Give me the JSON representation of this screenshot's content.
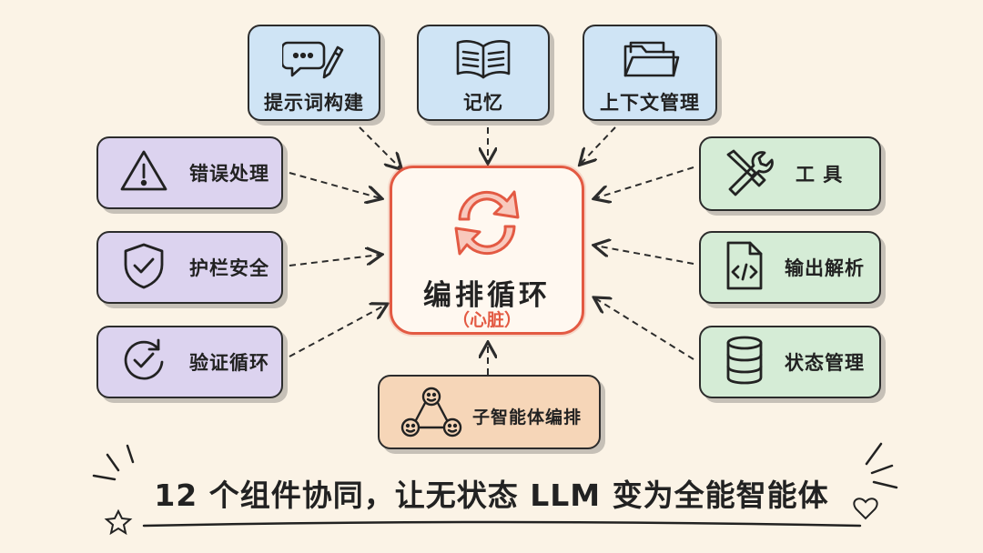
{
  "center": {
    "title": "编排循环",
    "subtitle": "（心脏）"
  },
  "components": {
    "prompt": {
      "label": "提示词构建",
      "icon": "speech-bubble-pencil-icon"
    },
    "memory": {
      "label": "记忆",
      "icon": "open-book-icon"
    },
    "context": {
      "label": "上下文管理",
      "icon": "folder-icon"
    },
    "error": {
      "label": "错误处理",
      "icon": "warning-triangle-icon"
    },
    "guardrail": {
      "label": "护栏安全",
      "icon": "shield-check-icon"
    },
    "verify": {
      "label": "验证循环",
      "icon": "circular-check-icon"
    },
    "tools": {
      "label": "工  具",
      "icon": "wrench-screwdriver-icon"
    },
    "output": {
      "label": "输出解析",
      "icon": "code-file-icon"
    },
    "state": {
      "label": "状态管理",
      "icon": "database-icon"
    },
    "subagent": {
      "label": "子智能体编排",
      "icon": "agents-network-icon"
    }
  },
  "tagline": "12 个组件协同，让无状态 LLM 变为全能智能体",
  "colors": {
    "center_border": "#e35a43",
    "blue": "#cfe4f5",
    "purple": "#dcd3ef",
    "green": "#d5ecd6",
    "orange": "#f6d6b8",
    "background": "#fbf3e6"
  }
}
